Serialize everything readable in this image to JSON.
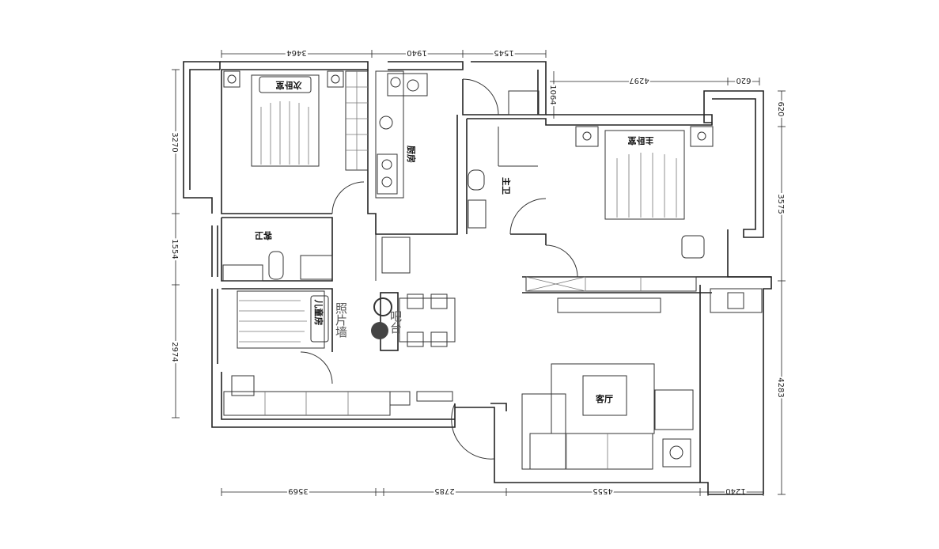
{
  "rooms": {
    "second_bedroom": "次卧室",
    "kitchen": "厨房",
    "master_bedroom": "主卧室",
    "master_bath": "主卫",
    "guest_bath": "客卫",
    "kids_room": "儿童房",
    "photo_wall": "照片墙",
    "bar": "吧台",
    "living_room": "客厅"
  },
  "dimensions": {
    "top": [
      "3464",
      "1940",
      "1545"
    ],
    "top_right": [
      "4297",
      "620"
    ],
    "inner_vertical": "1064",
    "left": [
      "3270",
      "1554",
      "2974"
    ],
    "right": [
      "620",
      "3575",
      "4283"
    ],
    "bottom": [
      "3569",
      "2785",
      "4555",
      "1240"
    ]
  }
}
